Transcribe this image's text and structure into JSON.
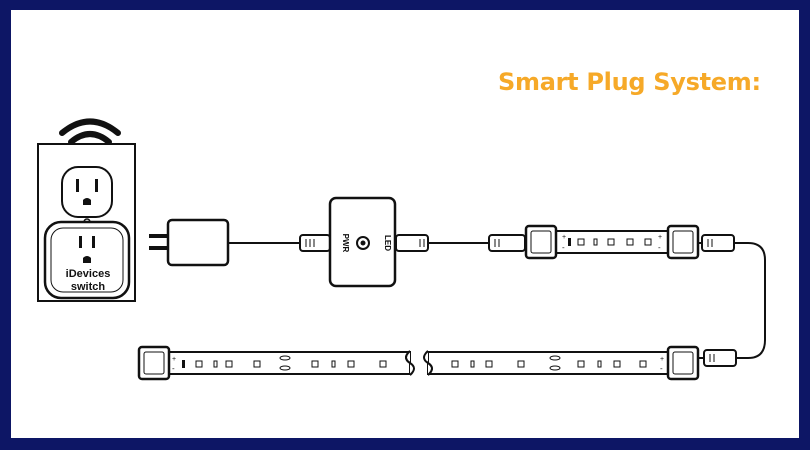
{
  "title": "Smart Plug System:",
  "colors": {
    "frame": "#0d1665",
    "title": "#f6a928",
    "line": "#111111"
  },
  "switch": {
    "brand": "iDevices",
    "type": "switch"
  },
  "controller": {
    "pwr_label": "PWR",
    "led_label": "LED"
  },
  "strip_polarity": {
    "plus": "+",
    "minus": "-"
  },
  "icons": {
    "wifi": "wifi-icon",
    "outlet": "outlet-icon",
    "adapter": "power-adapter-icon"
  }
}
